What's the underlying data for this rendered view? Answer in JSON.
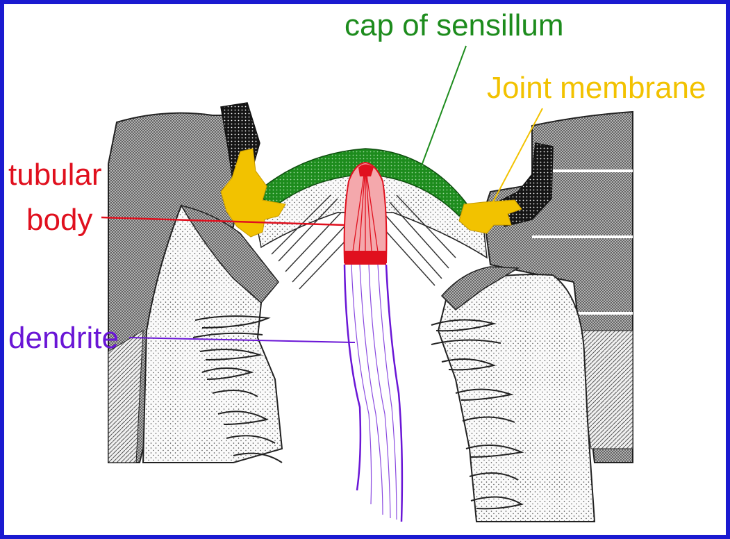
{
  "labels": {
    "cap": "cap of sensillum",
    "joint_membrane": "Joint membrane",
    "tubular_line1": "tubular",
    "tubular_line2": "body",
    "dendrite": "dendrite"
  },
  "colors": {
    "border": "#1a1ad0",
    "cap": "#1d8c1d",
    "joint_membrane": "#f2c200",
    "tubular_body": "#e0101e",
    "dendrite": "#6a16d6",
    "dark_tissue": "#111111",
    "gray_tissue": "#b3b3b3"
  }
}
